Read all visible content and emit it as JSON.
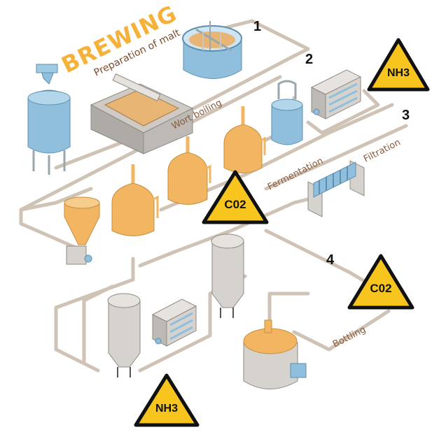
{
  "title": {
    "main": "BREWING",
    "sub": "Preparation of malt"
  },
  "stages": {
    "wort_boiling": "Wort boiling",
    "fermentation": "Fermentation",
    "filtration": "Filtration",
    "bottling": "Bottling"
  },
  "step_numbers": [
    "1",
    "2",
    "3",
    "4"
  ],
  "hazard_signs": {
    "nh3_top": "NH3",
    "co2_center": "C02",
    "co2_right": "C02",
    "nh3_bottom": "NH3"
  },
  "colors": {
    "sign_yellow": "#f7c51e",
    "sign_border": "#111111",
    "pipe": "#cfc3b5",
    "tank_blue": "#8fbfdc",
    "tank_orange": "#f2b663",
    "tank_gray": "#d6d3cf",
    "label_brown": "#8a5a3c",
    "title_orange": "#f6b13a"
  }
}
